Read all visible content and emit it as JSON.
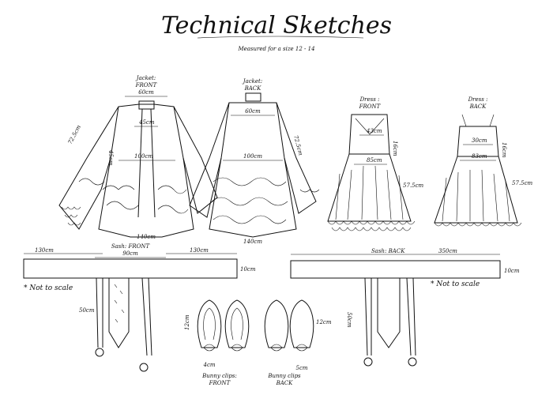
{
  "title": "Technical Sketches",
  "subtitle": "Measured for a size 12 - 14",
  "jacket_front": {
    "label": "Jacket:",
    "sublabel": "FRONT",
    "m_shoulder": "60cm",
    "m_sleeve": "72.5cm",
    "m_hem": "140cm",
    "m_chest": "45cm",
    "m_waist": "100cm",
    "m_len": "45cm"
  },
  "jacket_back": {
    "label": "Jacket:",
    "sublabel": "BACK",
    "m_shoulder": "60cm",
    "m_waist": "100cm",
    "m_sleeve": "72.5cm",
    "m_hem": "140cm"
  },
  "dress_front": {
    "label": "Dress :",
    "sublabel": "FRONT",
    "m_bust": "43cm",
    "m_len1": "16cm",
    "m_waist": "85cm",
    "m_skirt": "57.5cm"
  },
  "dress_back": {
    "label": "Dress :",
    "sublabel": "BACK",
    "m_bust": "30cm",
    "m_len1": "16cm",
    "m_waist": "83cm",
    "m_skirt": "57.5cm"
  },
  "sash_front": {
    "label": "Sash: FRONT",
    "m_left": "130cm",
    "m_center": "90cm",
    "m_right": "130cm",
    "m_height": "10cm",
    "m_tail": "50cm"
  },
  "sash_back": {
    "label": "Sash: BACK",
    "m_len": "350cm",
    "m_height": "10cm",
    "m_tail": "50cm"
  },
  "clips_front": {
    "label1": "Bunny clips:",
    "label2": "FRONT",
    "m_height": "12cm",
    "m_width": "4cm"
  },
  "clips_back": {
    "label1": "Bunny clips",
    "label2": "BACK",
    "m_height": "12cm",
    "m_width": "5cm"
  },
  "note_left": "* Not to scale",
  "note_right": "* Not to scale"
}
